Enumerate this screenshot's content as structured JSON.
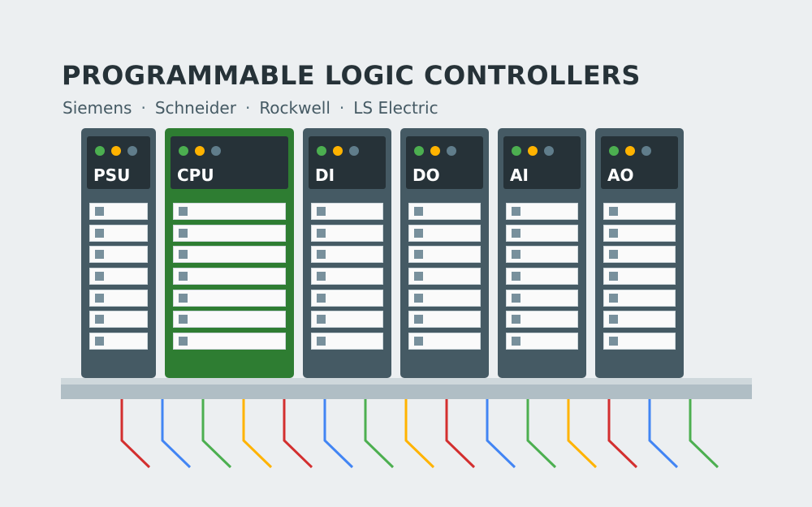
{
  "title": "PROGRAMMABLE LOGIC CONTROLLERS",
  "subtitle": {
    "brands": [
      "Siemens",
      "Schneider",
      "Rockwell",
      "LS Electric"
    ],
    "separator": "·"
  },
  "colors": {
    "background": "#eceff1",
    "module_body": "#455a64",
    "cpu_body": "#2e7d32",
    "module_header": "#263238",
    "led_green": "#4caf50",
    "led_amber": "#ffb300",
    "led_off": "#607d8b",
    "slot": "#fafafa",
    "slot_pin": "#78909c",
    "rail": "#b0bec5",
    "wire_red": "#d32f2f",
    "wire_blue": "#4285f4",
    "wire_green": "#4caf50",
    "wire_yellow": "#ffb300"
  },
  "modules": [
    {
      "label": "PSU",
      "type": "power-supply",
      "leds": [
        "green",
        "amber",
        "off"
      ],
      "slots": 7
    },
    {
      "label": "CPU",
      "type": "cpu",
      "leds": [
        "green",
        "amber",
        "off"
      ],
      "slots": 7
    },
    {
      "label": "DI",
      "type": "digital-input",
      "leds": [
        "green",
        "amber",
        "off"
      ],
      "slots": 7
    },
    {
      "label": "DO",
      "type": "digital-output",
      "leds": [
        "green",
        "amber",
        "off"
      ],
      "slots": 7
    },
    {
      "label": "AI",
      "type": "analog-input",
      "leds": [
        "green",
        "amber",
        "off"
      ],
      "slots": 7
    },
    {
      "label": "AO",
      "type": "analog-output",
      "leds": [
        "green",
        "amber",
        "off"
      ],
      "slots": 7
    }
  ],
  "wires": [
    "red",
    "blue",
    "green",
    "yellow",
    "red",
    "blue",
    "green",
    "yellow",
    "red",
    "blue",
    "green",
    "yellow",
    "red",
    "blue",
    "green"
  ]
}
